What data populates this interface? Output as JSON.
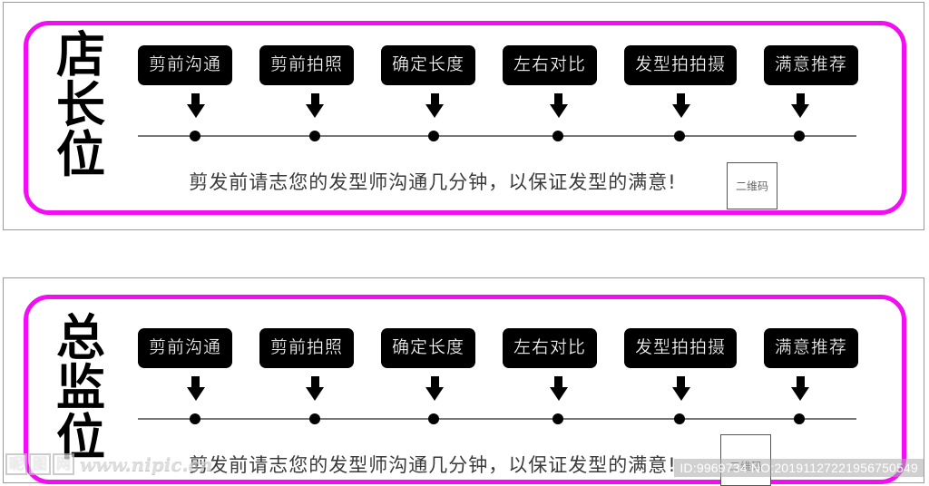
{
  "page": {
    "background": "#ffffff",
    "accent_color": "#f20df2",
    "chip_bg": "#000000",
    "chip_fg": "#ffffff"
  },
  "panels": [
    {
      "id": "store-manager-station",
      "title_chars": [
        "店",
        "长",
        "位"
      ],
      "steps": [
        {
          "label": "剪前沟通"
        },
        {
          "label": "剪前拍照"
        },
        {
          "label": "确定长度"
        },
        {
          "label": "左右对比"
        },
        {
          "label": "发型拍拍摄"
        },
        {
          "label": "满意推荐"
        }
      ],
      "caption": "剪发前请志您的发型师沟通几分钟，以保证发型的满意!",
      "qr_label": "二维码"
    },
    {
      "id": "director-station",
      "title_chars": [
        "总",
        "监",
        "位"
      ],
      "steps": [
        {
          "label": "剪前沟通"
        },
        {
          "label": "剪前拍照"
        },
        {
          "label": "确定长度"
        },
        {
          "label": "左右对比"
        },
        {
          "label": "发型拍拍摄"
        },
        {
          "label": "满意推荐"
        }
      ],
      "caption": "剪发前请志您的发型师沟通几分钟，以保证发型的满意!",
      "qr_label": "二维码"
    }
  ],
  "watermark": {
    "logo_chars": [
      "昵",
      "图",
      "网"
    ],
    "url": "www.nipic.cn",
    "id_text": "ID:9969734 NO:20191127221956750549"
  }
}
